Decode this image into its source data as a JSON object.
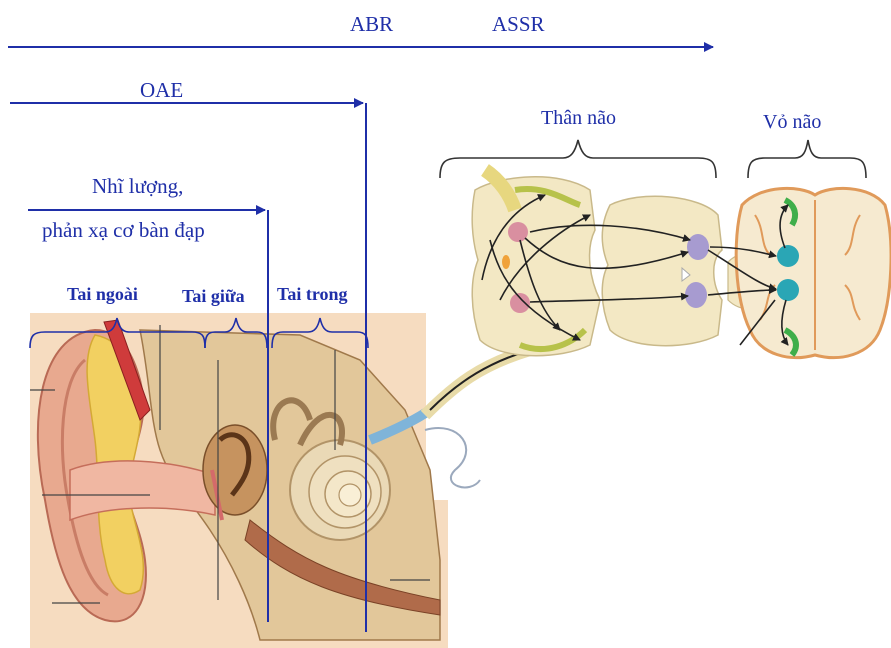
{
  "tests": {
    "abr": "ABR",
    "assr": "ASSR",
    "oae": "OAE",
    "tympanometry_line1": "Nhĩ lượng,",
    "tympanometry_line2": "phản xạ cơ bàn đạp"
  },
  "ear_regions": {
    "outer": "Tai ngoài",
    "middle": "Tai giữa",
    "inner": "Tai trong"
  },
  "sections": {
    "brainstem": "Thân não",
    "cortex": "Vỏ não"
  },
  "colors": {
    "line_blue": "#1f2fa8",
    "label_blue": "#1f2fa8",
    "skin": "#e6a98c",
    "bone": "#e2c79a",
    "brain_tissue": "#f3e8c4",
    "nucleus_purple": "#a79bd0",
    "nucleus_pink": "#d98fa0",
    "cortex_teal": "#2aa6b5",
    "cortex_green": "#3fae4a"
  }
}
